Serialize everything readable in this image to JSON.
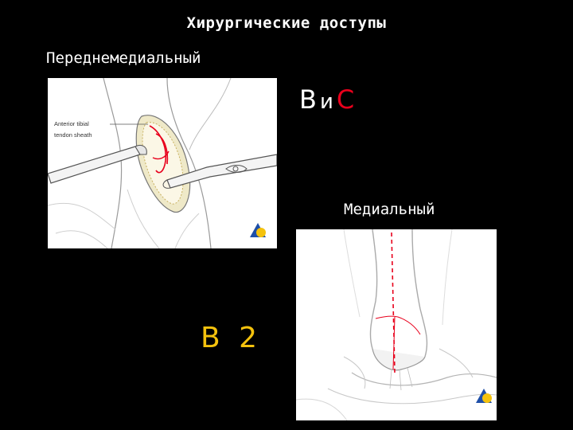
{
  "title": "Хирургические доступы",
  "left_label": "Переднемедиальный",
  "right_label": "Медиальный",
  "bc_label": {
    "b": "B",
    "and": "и",
    "c": "C"
  },
  "b2_label": "B 2",
  "figure1": {
    "annotation_line1": "Anterior tibial",
    "annotation_line2": "tendon sheath"
  },
  "colors": {
    "accent_red": "#e8001c",
    "logo_blue": "#1e4fa8",
    "logo_yellow": "#f4c20d"
  }
}
